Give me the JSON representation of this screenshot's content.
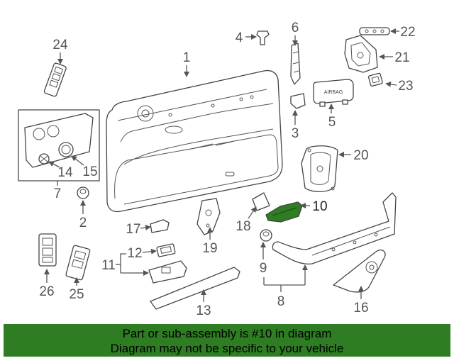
{
  "diagram": {
    "callouts": [
      "1",
      "2",
      "3",
      "4",
      "5",
      "6",
      "7",
      "8",
      "9",
      "10",
      "11",
      "12",
      "13",
      "14",
      "15",
      "16",
      "17",
      "18",
      "19",
      "20",
      "21",
      "22",
      "23",
      "24",
      "25",
      "26"
    ],
    "part_5_text": "AIRBAG",
    "highlighted_part": "10",
    "highlight_color": "#2e7d23"
  },
  "banner": {
    "line1": "Part or sub-assembly is #10 in diagram",
    "line2": "Diagram may not be specific to your vehicle",
    "background": "#2e7d23"
  }
}
